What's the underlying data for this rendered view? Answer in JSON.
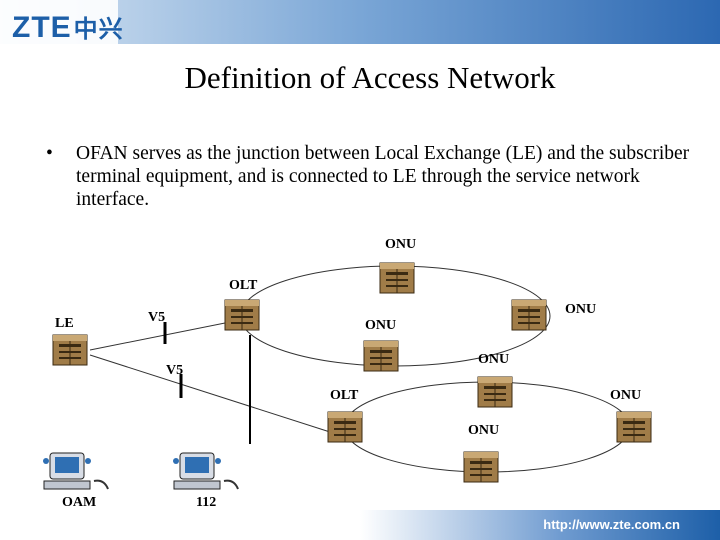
{
  "header": {
    "logo_text": "ZTE",
    "logo_cn": "中兴"
  },
  "title": "Definition of Access Network",
  "bullet": {
    "marker": "•",
    "text": "OFAN serves as the junction between Local Exchange (LE) and the subscriber terminal equipment, and is connected to LE through the service network interface."
  },
  "diagram": {
    "labels": {
      "le": "LE",
      "v5_top": "V5",
      "v5_bottom": "V5",
      "olt_top": "OLT",
      "olt_bottom": "OLT",
      "onu_top": "ONU",
      "onu_right": "ONU",
      "onu_inner": "ONU",
      "onu_mid": "ONU",
      "onu_lower_right": "ONU",
      "onu_lower": "ONU",
      "oam": "OAM",
      "n112": "112"
    }
  },
  "footer": {
    "url": "http://www.zte.com.cn"
  },
  "colors": {
    "brand": "#1d5fa8",
    "equipment": "#8a6a3c"
  }
}
